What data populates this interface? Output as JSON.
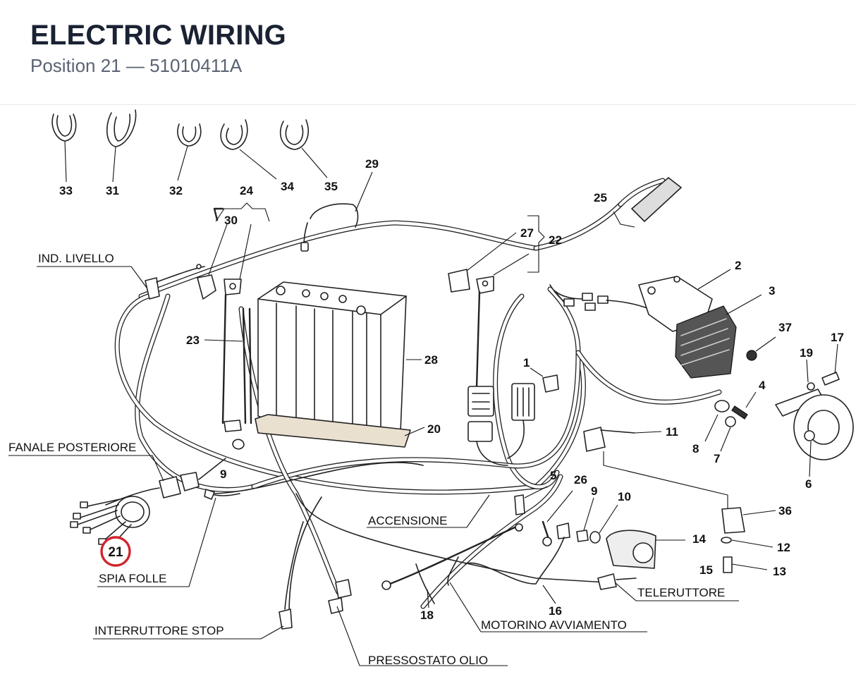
{
  "header": {
    "title": "ELECTRIC WIRING",
    "subtitle": "Position 21 — 51010411A"
  },
  "diagram": {
    "highlight": {
      "number": "21",
      "color": "#d0252e"
    },
    "part_numbers": {
      "p1": "1",
      "p2": "2",
      "p3": "3",
      "p4": "4",
      "p5": "5",
      "p6": "6",
      "p7": "7",
      "p8": "8",
      "p9a": "9",
      "p9b": "9",
      "p10": "10",
      "p11": "11",
      "p12": "12",
      "p13": "13",
      "p14": "14",
      "p15": "15",
      "p16": "16",
      "p17": "17",
      "p18": "18",
      "p19": "19",
      "p20": "20",
      "p22": "22",
      "p23": "23",
      "p24": "24",
      "p25": "25",
      "p26": "26",
      "p27": "27",
      "p28": "28",
      "p29": "29",
      "p30": "30",
      "p31": "31",
      "p32": "32",
      "p33": "33",
      "p34": "34",
      "p35": "35",
      "p36": "36",
      "p37": "37"
    },
    "labels": {
      "ind_livello": "IND. LIVELLO",
      "fanale_posteriore": "FANALE POSTERIORE",
      "spia_folle": "SPIA FOLLE",
      "interruttore_stop": "INTERRUTTORE STOP",
      "pressostato_olio": "PRESSOSTATO OLIO",
      "accensione": "ACCENSIONE",
      "motorino_avviamento": "MOTORINO AVVIAMENTO",
      "teleruttore": "TELERUTTORE"
    }
  }
}
